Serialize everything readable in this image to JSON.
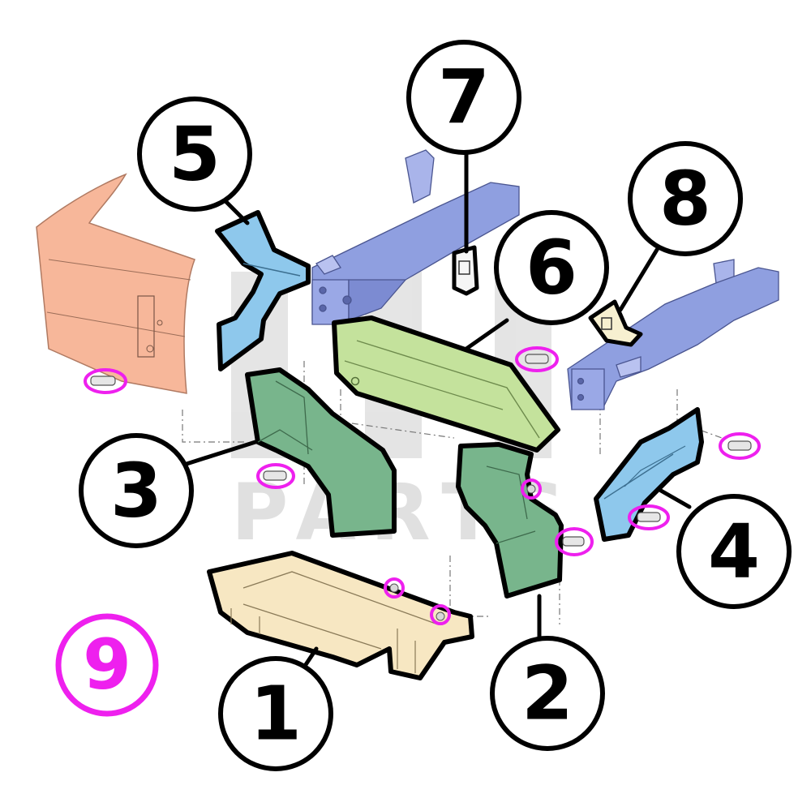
{
  "watermark": {
    "text": "PARTS"
  },
  "callouts": [
    {
      "id": "callout-1",
      "label": "1"
    },
    {
      "id": "callout-2",
      "label": "2"
    },
    {
      "id": "callout-3",
      "label": "3"
    },
    {
      "id": "callout-4",
      "label": "4"
    },
    {
      "id": "callout-5",
      "label": "5"
    },
    {
      "id": "callout-6",
      "label": "6"
    },
    {
      "id": "callout-7",
      "label": "7"
    },
    {
      "id": "callout-8",
      "label": "8"
    },
    {
      "id": "callout-9",
      "label": "9"
    }
  ],
  "colors": {
    "outline": "#000000",
    "frame_blue": "#8f9fe0",
    "bracket_blue": "#8ec8ec",
    "green_dark": "#78b58c",
    "green_light": "#c4e29c",
    "tan": "#f7e7c2",
    "peach": "#f7b79a",
    "fastener_highlight": "#ee20ee",
    "watermark": "#c8c8c8"
  }
}
